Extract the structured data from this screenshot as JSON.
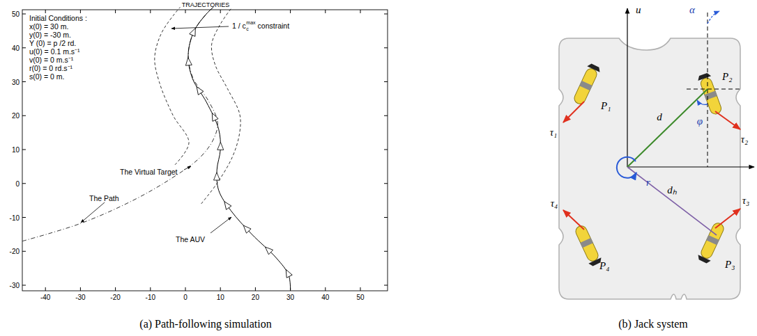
{
  "diagram": {
    "labels": [
      "TRAJECTORIES",
      "Initial Conditions :",
      "x(0) = 30 m.",
      "y(0) = -30 m.",
      "Y (0) = p /2 rd.",
      "u(0) = 0.1 m.s⁻¹",
      "v(0) = 0  m.s⁻¹",
      "r(0) = 0 rd.s⁻¹",
      "s(0) = 0  m.",
      "1 / c",
      "c",
      "max",
      "constraint",
      "The Virtual Target",
      "The Path",
      "The AUV",
      "50",
      "40",
      "30",
      "20",
      "10",
      "0",
      "-10",
      "-20",
      "-30",
      "-40",
      "-30",
      "-20",
      "-10",
      "0",
      "10",
      "20",
      "30",
      "40",
      "50",
      "(a) Path-following simulation",
      "u",
      "α",
      "P₁",
      "P₂",
      "P₃",
      "P₄",
      "τ₁",
      "τ₂",
      "τ₃",
      "τ₄",
      "d",
      "φ",
      "r",
      "dₕ",
      "(b) Jack system"
    ]
  }
}
